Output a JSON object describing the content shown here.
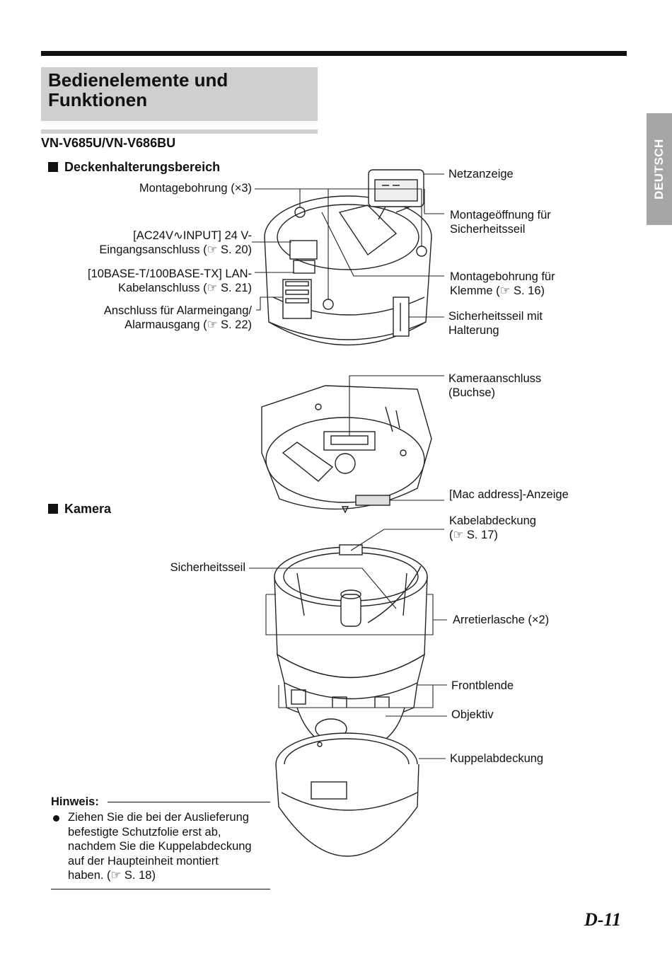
{
  "header": {
    "title": "Bedienelemente und\nFunktionen",
    "model": "VN-V685U/VN-V686BU",
    "side_tab": "DEUTSCH"
  },
  "sections": {
    "mount": "Deckenhalterungsbereich",
    "camera": "Kamera"
  },
  "labels": {
    "netz": "Netzanzeige",
    "montagebohrung": "Montagebohrung (×3)",
    "ac24": "[AC24V∿INPUT] 24 V-\nEingangsanschluss (☞ S. 20)",
    "lan": "[10BASE-T/100BASE-TX] LAN-\nKabelanschluss (☞ S. 21)",
    "alarm": "Anschluss für Alarmeingang/\nAlarmausgang (☞ S. 22)",
    "montageoeffnung": "Montageöffnung für\nSicherheitsseil",
    "klemme": "Montagebohrung für\nKlemme (☞ S. 16)",
    "sicherheitsseil_halterung": "Sicherheitsseil mit\nHalterung",
    "kameraanschluss": "Kameraanschluss\n(Buchse)",
    "mac": "[Mac address]-Anzeige",
    "kabelabdeckung": "Kabelabdeckung\n(☞ S. 17)",
    "sicherheitsseil": "Sicherheitsseil",
    "arretierlasche": "Arretierlasche (×2)",
    "frontblende": "Frontblende",
    "objektiv": "Objektiv",
    "kuppel": "Kuppelabdeckung"
  },
  "note": {
    "title": "Hinweis:",
    "text": "Ziehen Sie die bei der Auslieferung\nbefestigte Schutzfolie erst ab,\nnachdem Sie die Kuppelabdeckung\nauf der Haupteinheit montiert\nhaben. (☞ S. 18)"
  },
  "footer": {
    "page": "D-11"
  }
}
